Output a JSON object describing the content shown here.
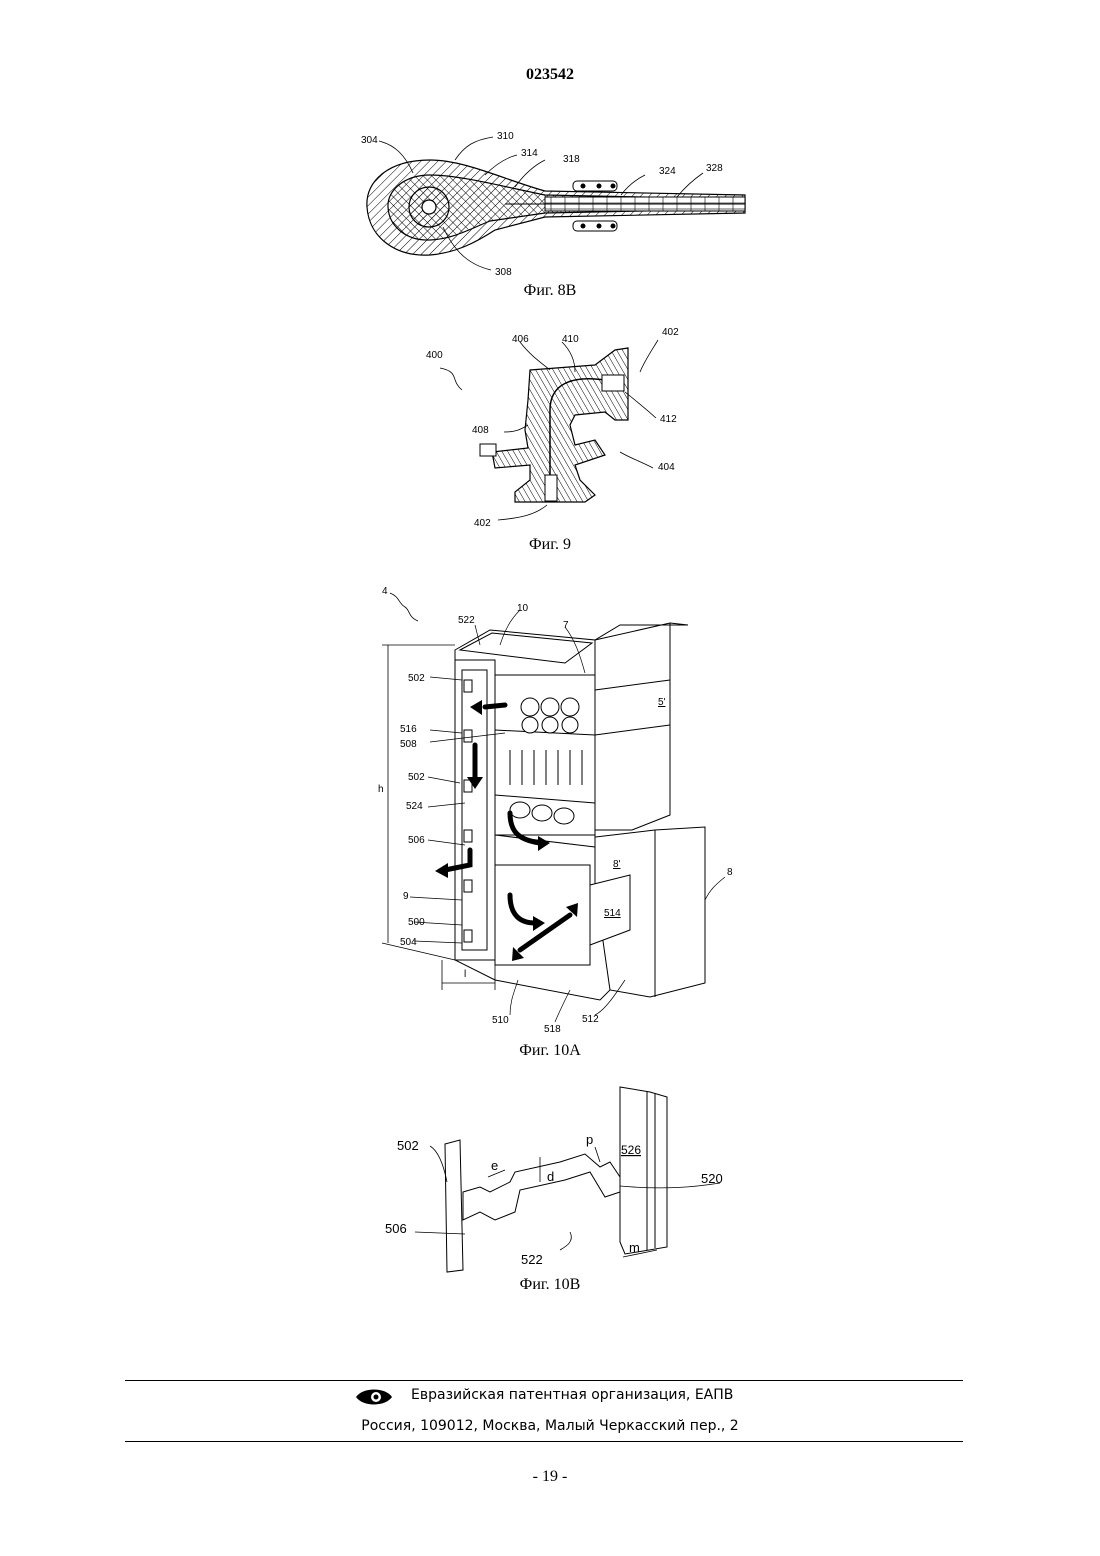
{
  "header": {
    "document_number": "023542"
  },
  "figures": {
    "fig8b": {
      "caption": "Фиг. 8В",
      "labels": [
        "304",
        "310",
        "314",
        "318",
        "324",
        "328",
        "308"
      ]
    },
    "fig9": {
      "caption": "Фиг. 9",
      "labels": [
        "400",
        "406",
        "410",
        "402",
        "412",
        "408",
        "404",
        "402"
      ]
    },
    "fig10a": {
      "caption": "Фиг. 10А",
      "labels": [
        "4",
        "522",
        "10",
        "7",
        "502",
        "5'",
        "516",
        "508",
        "502",
        "h",
        "524",
        "506",
        "8'",
        "8",
        "9",
        "514",
        "500",
        "504",
        "l",
        "510",
        "518",
        "512"
      ]
    },
    "fig10b": {
      "caption": "Фиг. 10В",
      "labels": [
        "502",
        "e",
        "d",
        "p",
        "526",
        "520",
        "506",
        "522",
        "m"
      ]
    }
  },
  "footer": {
    "organization": "Евразийская патентная организация, ЕАПВ",
    "address": "Россия, 109012, Москва, Малый Черкасский пер., 2",
    "page_number": "- 19 -",
    "logo_icon": "eye-icon"
  }
}
